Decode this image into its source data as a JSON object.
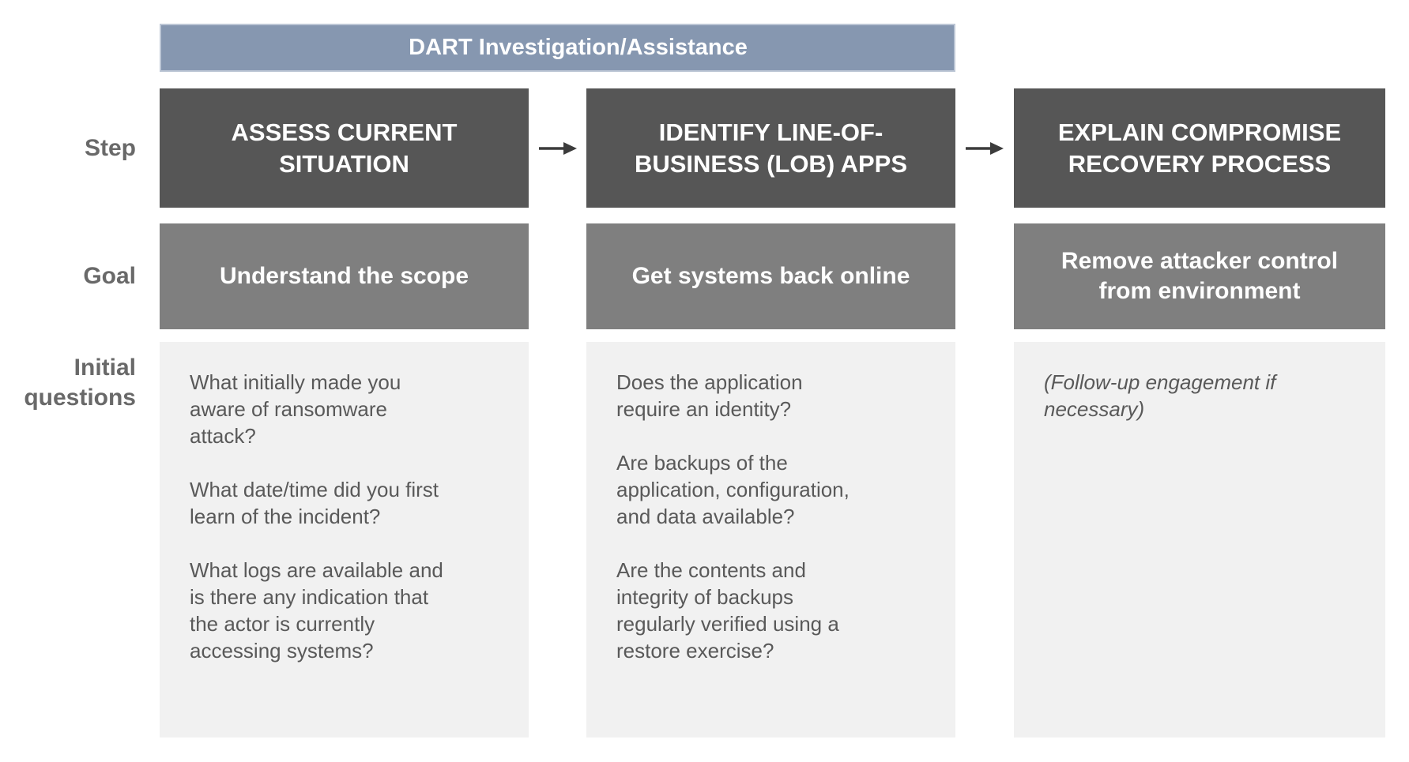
{
  "banner": {
    "title": "DART Investigation/Assistance"
  },
  "row_labels": {
    "step": "Step",
    "goal": "Goal",
    "initial_questions": "Initial questions"
  },
  "columns": [
    {
      "step_title": "ASSESS CURRENT\nSITUATION",
      "goal": "Understand the scope",
      "questions": [
        "What initially made you\naware of ransomware\nattack?",
        "What date/time did you first\nlearn of the incident?",
        "What logs are available and\nis there any indication that\nthe actor is currently\naccessing systems?"
      ]
    },
    {
      "step_title": "IDENTIFY LINE-OF-\nBUSINESS (LOB) APPS",
      "goal": "Get systems back online",
      "questions": [
        "Does the application\nrequire an identity?",
        "Are backups of the\napplication, configuration,\nand data available?",
        "Are the contents and\nintegrity of backups\nregularly verified using a\nrestore exercise?"
      ]
    },
    {
      "step_title": "EXPLAIN COMPROMISE\nRECOVERY PROCESS",
      "goal": "Remove attacker control\nfrom environment",
      "questions": [
        "(Follow-up engagement if\nnecessary)"
      ],
      "note_style": "italic"
    }
  ],
  "colors": {
    "banner_bg": "#8697B0",
    "banner_border": "#BCC6D5",
    "step_bg": "#565656",
    "goal_bg": "#7F7F7F",
    "panel_bg": "#F1F1F1",
    "text_on_dark": "#FFFFFF",
    "label_text": "#696969",
    "question_text": "#595959",
    "arrow": "#3C3C3C"
  }
}
